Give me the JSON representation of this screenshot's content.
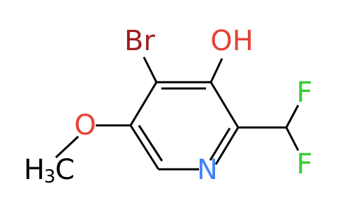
{
  "colors": {
    "bond": "#000000",
    "carbon": "#000000",
    "oxygen": "#E84235",
    "nitrogen": "#4284F4",
    "bromine": "#A01E22",
    "fluorine": "#33CC33"
  },
  "atoms": {
    "br": "Br",
    "oh": "OH",
    "o_methoxy": "O",
    "ch3_h": "H",
    "ch3_sub": "3",
    "ch3_c": "C",
    "n": "N",
    "f_top": "F",
    "f_bottom": "F"
  }
}
